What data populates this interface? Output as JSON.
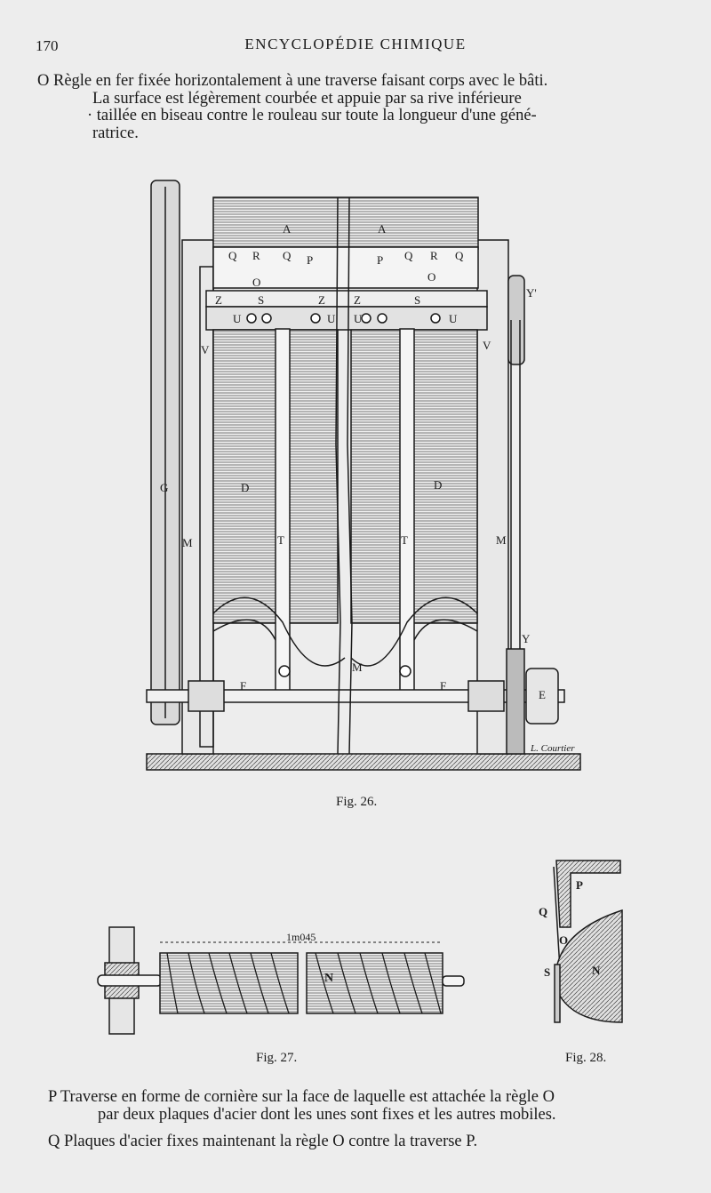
{
  "header": {
    "page_number": "170",
    "running_title": "ENCYCLOPÉDIE CHIMIQUE"
  },
  "legend_top": {
    "line1": "O Règle en fer fixée horizontalement à une traverse faisant corps avec le bâti.",
    "line2": "La surface est légèrement courbée et appuie par sa rive inférieure",
    "line3": "· taillée en biseau contre le rouleau sur toute la longueur d'une géné-",
    "line4": "ratrice."
  },
  "fig26": {
    "caption": "Fig. 26.",
    "signature": "L. Courtier",
    "labels": {
      "A1": "A",
      "A2": "A",
      "Q1": "Q",
      "R1": "R",
      "Q2": "Q",
      "P1": "P",
      "P2": "P",
      "Q3": "Q",
      "R2": "R",
      "Q4": "Q",
      "O1": "O",
      "O2": "O",
      "Z1": "Z",
      "S1": "S",
      "Z2": "Z",
      "Z3": "Z",
      "S2": "S",
      "U1": "U",
      "U2": "U",
      "U3": "U",
      "U4": "U",
      "V1": "V",
      "V2": "V",
      "Yp": "Y'",
      "G": "G",
      "D1": "D",
      "D2": "D",
      "M1": "M",
      "T1": "T",
      "T2": "T",
      "M2": "M",
      "M3": "M",
      "Y": "Y",
      "F1": "F",
      "F2": "F",
      "E": "E"
    }
  },
  "fig27": {
    "caption": "Fig. 27.",
    "dimension": "1m045",
    "label_N": "N"
  },
  "fig28": {
    "caption": "Fig. 28.",
    "labels": {
      "P": "P",
      "Q": "Q",
      "O": "O",
      "S": "S",
      "N": "N"
    }
  },
  "legend_bottom": {
    "p_line1": "P Traverse en forme de cornière sur la face de laquelle est attachée la règle O",
    "p_line2": "par deux plaques d'acier dont les unes sont fixes et les autres mobiles.",
    "q_line": "Q Plaques d'acier fixes maintenant la règle O contre la traverse P."
  }
}
